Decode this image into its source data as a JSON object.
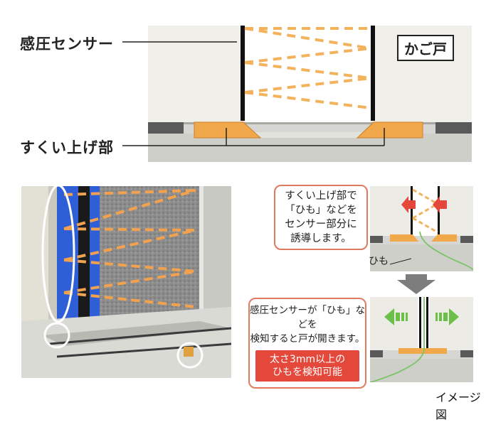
{
  "labels": {
    "pressure_sensor": "感圧センサー",
    "lift_part": "すくい上げ部",
    "car_door": "かご戸",
    "string": "ひも",
    "image_note": "イメージ図"
  },
  "bubbles": {
    "guide": [
      "すくい上げ部で",
      "「ひも」などを",
      "センサー部分に",
      "誘導します。"
    ],
    "detect": [
      "感圧センサーが「ひも」などを",
      "検知すると戸が開きます。"
    ],
    "capability": [
      "太さ3mm以上の",
      "ひもを検知可能"
    ]
  },
  "colors": {
    "accent_orange": "#f0a84a",
    "beam": "#f2b35c",
    "red_arrow": "#e4483b",
    "green_arrow": "#6cc04a",
    "string_green": "#7cc46a",
    "bubble_border": "#e07a5f"
  }
}
